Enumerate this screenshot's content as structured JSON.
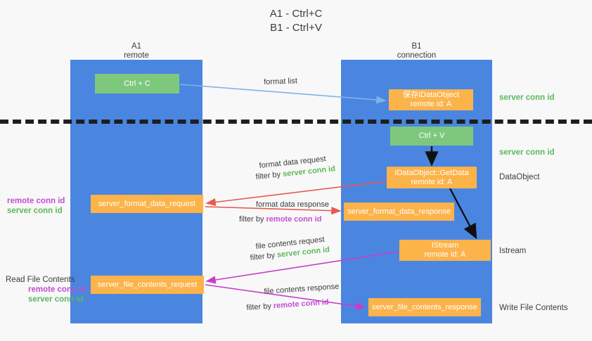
{
  "title": {
    "line1": "A1 - Ctrl+C",
    "line2": "B1 - Ctrl+V"
  },
  "lanes": [
    {
      "id": "a1",
      "name": "A1",
      "role": "remote",
      "color": "#4a86e0"
    },
    {
      "id": "b1",
      "name": "B1",
      "role": "connection",
      "color": "#4a86e0"
    }
  ],
  "nodes": {
    "ctrl_c": {
      "label": "Ctrl + C",
      "color": "#7ec87e"
    },
    "save_idataobject": {
      "line1": "保存IDataObject",
      "line2": "remote id: A",
      "color": "#fcb34a"
    },
    "ctrl_v": {
      "label": "Ctrl + V",
      "color": "#7ec87e"
    },
    "getdata": {
      "line1": "IDataObject::GetData",
      "line2": "remote id: A",
      "color": "#fcb34a"
    },
    "server_format_data_request": {
      "label": "server_format_data_request",
      "color": "#fcb34a"
    },
    "server_format_data_response": {
      "label": "server_format_data_response",
      "color": "#fcb34a"
    },
    "istream": {
      "line1": "IStream",
      "line2": "remote id: A",
      "color": "#fcb34a"
    },
    "server_file_contents_request": {
      "label": "server_file_contents_request",
      "color": "#fcb34a"
    },
    "server_file_contents_response": {
      "label": "server_file_contents_response",
      "color": "#fcb34a"
    }
  },
  "right_annotations": {
    "server_conn_id_top": "server conn id",
    "server_conn_id_mid": "server conn id",
    "dataobject": "DataObject",
    "istream": "Istream",
    "write_file_contents": "Write File Contents"
  },
  "left_annotations": {
    "group1": {
      "remote": "remote conn id",
      "server": "server conn id"
    },
    "group2": {
      "heading": "Read File Contents",
      "remote": "remote conn id",
      "server": "server conn id"
    }
  },
  "edge_labels": {
    "format_list": "format list",
    "format_data_request": "format data request",
    "format_data_request_filter_prefix": "filter by ",
    "format_data_request_filter_value": "server conn id",
    "format_data_response": "format data response",
    "format_data_response_filter_prefix": "filter by ",
    "format_data_response_filter_value": "remote conn id",
    "file_contents_request": "file contents request",
    "file_contents_request_filter_prefix": "filter by ",
    "file_contents_request_filter_value": "server conn id",
    "file_contents_response": "file contents response",
    "file_contents_response_filter_prefix": "filter by ",
    "file_contents_response_filter_value": "remote conn id"
  },
  "colors": {
    "lane": "#4a86e0",
    "green_node": "#7ec87e",
    "orange_node": "#fcb34a",
    "green_text": "#5cb85c",
    "magenta_text": "#c050d0",
    "arrow_blue": "#7fb3e8",
    "arrow_red": "#e8594f",
    "arrow_magenta": "#c83ec8",
    "arrow_black": "#111111",
    "background": "#f8f8f8"
  }
}
